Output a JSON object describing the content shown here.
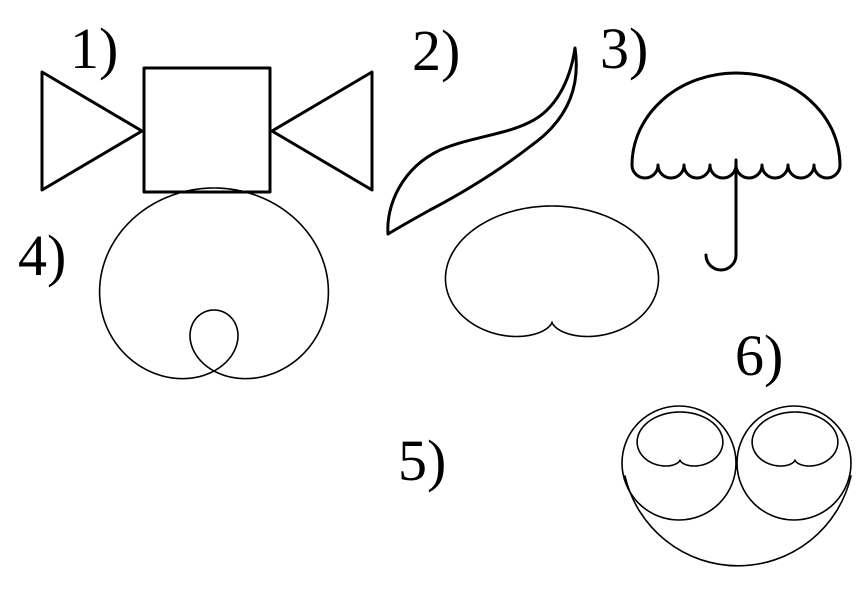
{
  "figure_labels": {
    "one": "1)",
    "two": "2)",
    "three": "3)",
    "four": "4)",
    "five": "5)",
    "six": "6)"
  },
  "colors": {
    "background": "#ffffff",
    "stroke": "#000000"
  }
}
